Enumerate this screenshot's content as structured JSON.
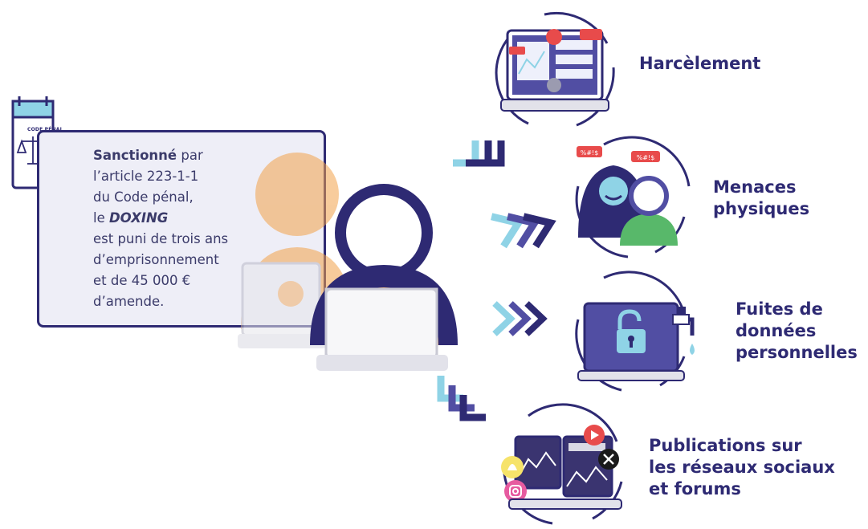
{
  "code_book": {
    "label": "CODE PÉNAL",
    "icon": "scales-of-justice-icon"
  },
  "info_card": {
    "lines": [
      {
        "bold": "Sanctionné",
        "rest": " par"
      },
      {
        "bold": "",
        "rest": "l’article 223-1-1"
      },
      {
        "bold": "",
        "rest": "du Code pénal,"
      },
      {
        "bold": "",
        "prefix": "le ",
        "bold_italic": "DOXING"
      },
      {
        "bold": "",
        "rest": "est puni de trois ans"
      },
      {
        "bold": "",
        "rest": "d’emprisonnement"
      },
      {
        "bold": "",
        "rest": "et de 45 000 €"
      },
      {
        "bold": "",
        "rest": "d’amende."
      }
    ]
  },
  "consequences": [
    {
      "label_lines": [
        "Harcèlement"
      ],
      "icon": "harassment-laptop-icon"
    },
    {
      "label_lines": [
        "Menaces",
        "physiques"
      ],
      "icon": "physical-threats-icon"
    },
    {
      "label_lines": [
        "Fuites de",
        "données",
        "personnelles"
      ],
      "icon": "data-leak-laptop-icon"
    },
    {
      "label_lines": [
        "Publications sur",
        "les réseaux sociaux",
        "et forums"
      ],
      "icon": "social-media-laptops-icon"
    }
  ],
  "speech_bubble_text": "%#!$",
  "colors": {
    "navy": "#2e2a73",
    "purple": "#514ea3",
    "light_blue": "#8fd3e6",
    "orange": "#f2a24a",
    "green": "#58b86a",
    "red": "#e84b4b",
    "card_bg": "#eeeef7"
  }
}
